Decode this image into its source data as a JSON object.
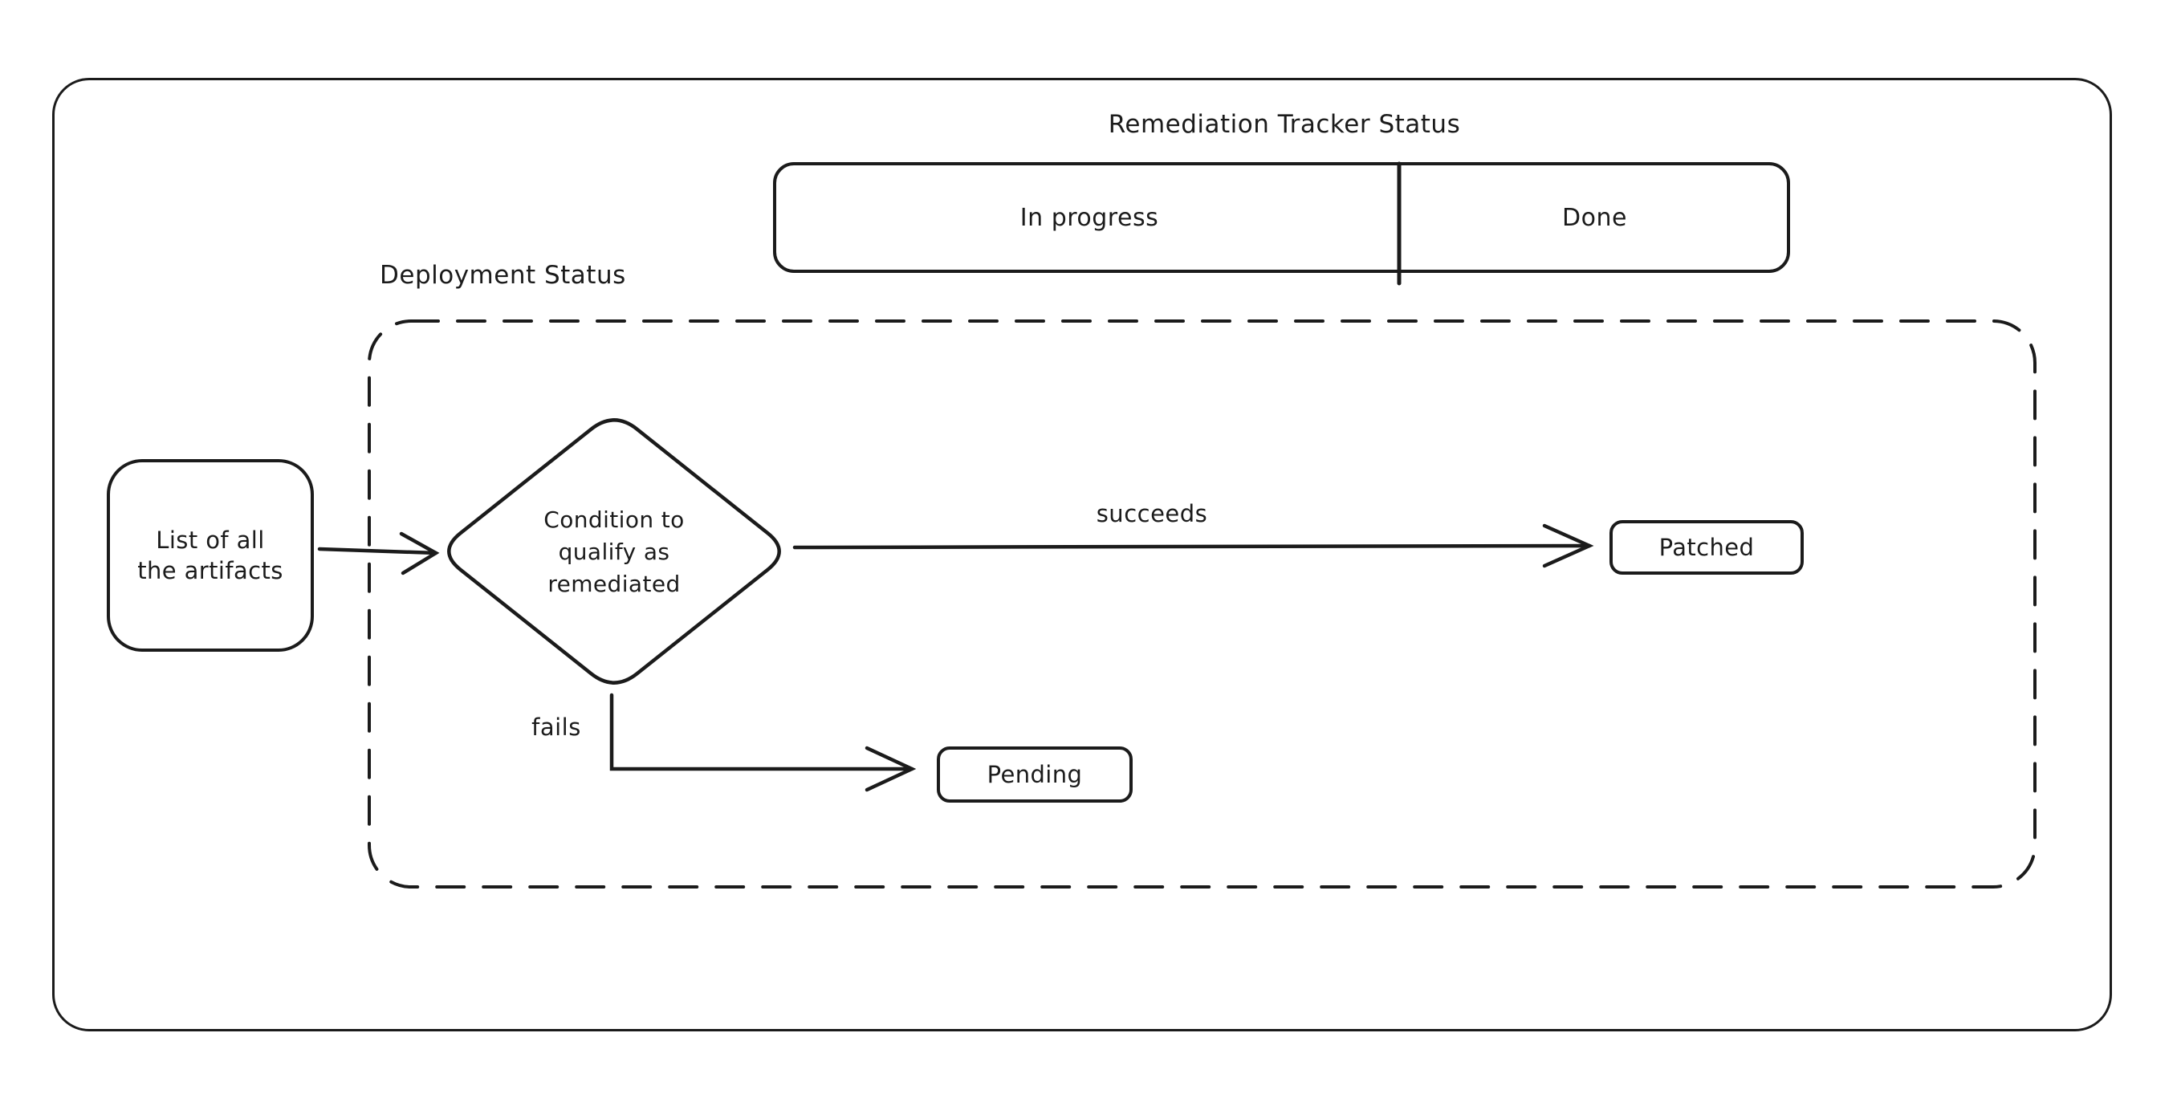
{
  "diagram": {
    "title": "Remediation Tracker Status",
    "tracker_bar": {
      "segments": [
        {
          "label": "In progress"
        },
        {
          "label": "Done"
        }
      ]
    },
    "deployment_box": {
      "label": "Deployment Status",
      "style": "dashed-rounded-rectangle"
    },
    "nodes": {
      "artifacts": {
        "label": "List of all\nthe artifacts",
        "shape": "rounded-rectangle"
      },
      "condition": {
        "label": "Condition to\nqualify as\nremediated",
        "shape": "diamond"
      },
      "patched": {
        "label": "Patched",
        "shape": "rounded-rectangle"
      },
      "pending": {
        "label": "Pending",
        "shape": "rounded-rectangle"
      }
    },
    "edges": {
      "input": {
        "from": "artifacts",
        "to": "condition",
        "label": ""
      },
      "succeeds": {
        "from": "condition",
        "to": "patched",
        "label": "succeeds"
      },
      "fails": {
        "from": "condition",
        "to": "pending",
        "label": "fails"
      }
    },
    "colors": {
      "stroke": "#1b1b1b",
      "background": "#ffffff"
    }
  }
}
